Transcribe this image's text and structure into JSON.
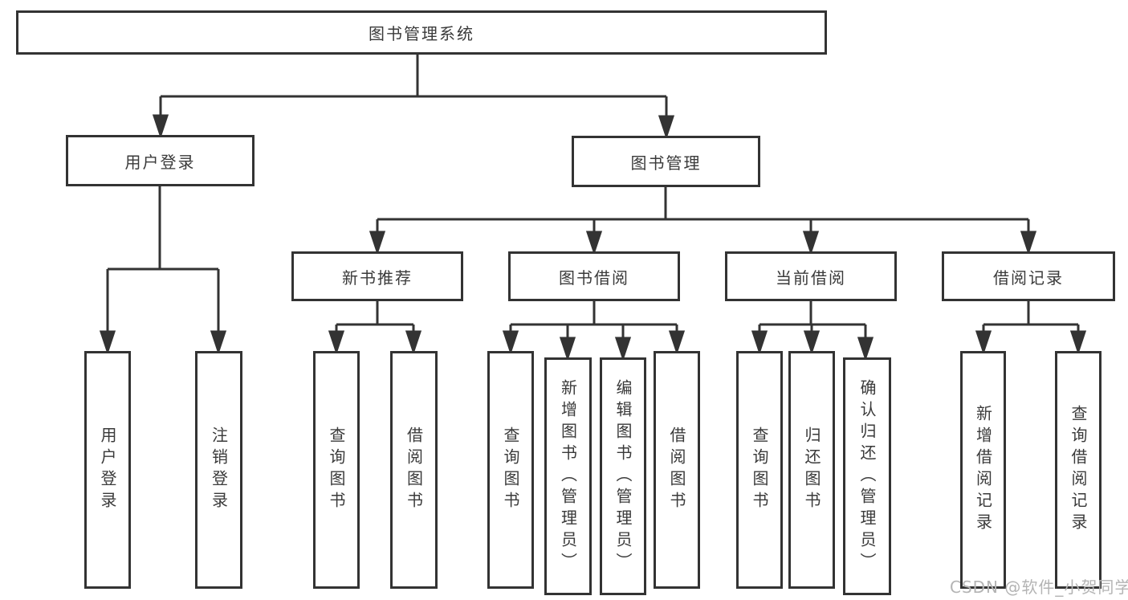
{
  "diagram": {
    "root": {
      "label": "图书管理系统",
      "children": [
        {
          "label": "用户登录",
          "children": [
            {
              "label": "用户登录"
            },
            {
              "label": "注销登录"
            }
          ]
        },
        {
          "label": "图书管理",
          "children": [
            {
              "label": "新书推荐",
              "children": [
                {
                  "label": "查询图书"
                },
                {
                  "label": "借阅图书"
                }
              ]
            },
            {
              "label": "图书借阅",
              "children": [
                {
                  "label": "查询图书"
                },
                {
                  "label": "新增图书（管理员）"
                },
                {
                  "label": "编辑图书（管理员）"
                },
                {
                  "label": "借阅图书"
                }
              ]
            },
            {
              "label": "当前借阅",
              "children": [
                {
                  "label": "查询图书"
                },
                {
                  "label": "归还图书"
                },
                {
                  "label": "确认归还（管理员）"
                }
              ]
            },
            {
              "label": "借阅记录",
              "children": [
                {
                  "label": "新增借阅记录"
                },
                {
                  "label": "查询借阅记录"
                }
              ]
            }
          ]
        }
      ]
    },
    "colors": {
      "line": "#333333",
      "box_border": "#333333",
      "box_background": "#ffffff",
      "text": "#3a3a3a",
      "watermark": "#b4b4b4"
    }
  },
  "watermark": {
    "label": "CSDN @软件_小贺同学"
  }
}
